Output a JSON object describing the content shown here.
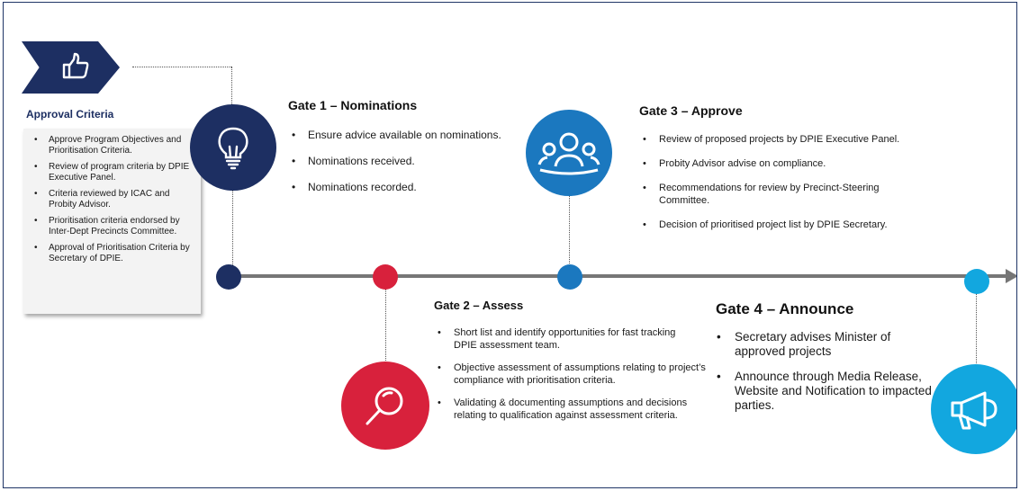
{
  "approval": {
    "title": "Approval Criteria",
    "items": [
      "Approve Program Objectives and Prioritisation Criteria.",
      "Review of program criteria by DPIE Executive Panel.",
      "Criteria reviewed by ICAC and Probity Advisor.",
      "Prioritisation criteria endorsed by Inter-Dept Precincts Committee.",
      "Approval of Prioritisation Criteria by Secretary of DPIE."
    ]
  },
  "gate1": {
    "title": "Gate 1 – Nominations",
    "items": [
      "Ensure advice available on nominations.",
      "Nominations received.",
      "Nominations recorded."
    ]
  },
  "gate2": {
    "title": "Gate 2 – Assess",
    "items": [
      "Short list and identify opportunities for fast tracking DPIE assessment team.",
      "Objective assessment  of assumptions relating to project’s compliance with prioritisation criteria.",
      "Validating & documenting assumptions and decisions relating to qualification against assessment criteria."
    ]
  },
  "gate3": {
    "title": "Gate 3 – Approve",
    "items": [
      "Review of proposed projects by DPIE Executive Panel.",
      "Probity Advisor advise on compliance.",
      "Recommendations for review by Precinct-Steering Committee.",
      "Decision of prioritised project list by DPIE Secretary."
    ]
  },
  "gate4": {
    "title": "Gate 4 – Announce",
    "items": [
      "Secretary advises Minister of approved projects",
      "Announce through Media Release, Website and Notification to impacted parties."
    ]
  },
  "icons": [
    "thumbs-up-icon",
    "lightbulb-icon",
    "people-group-icon",
    "magnifier-icon",
    "megaphone-icon"
  ],
  "colors": {
    "navy": "#1d2f62",
    "red": "#d8213c",
    "blue": "#1b78bf",
    "cyan": "#12a7df",
    "line": "#767676"
  }
}
